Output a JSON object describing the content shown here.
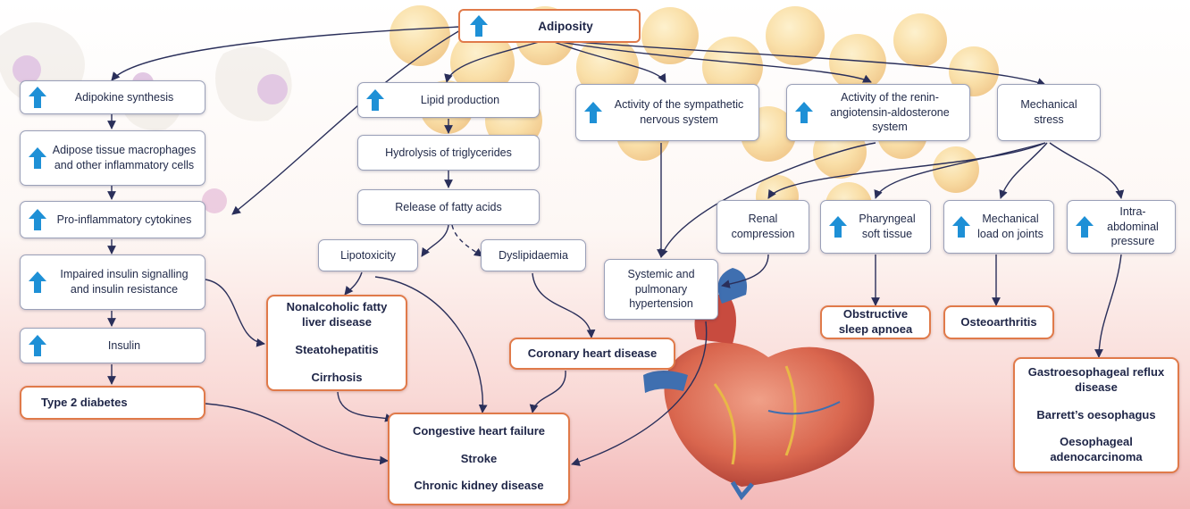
{
  "colors": {
    "up_arrow": "#1e90d6",
    "connector": "#2a2f5a",
    "outcome_border": "#e07a4a",
    "box_border": "#9aa0b8"
  },
  "icons": {
    "increase": "up-arrow-icon"
  },
  "nodes": {
    "adiposity": "Adiposity",
    "adipokine": "Adipokine synthesis",
    "macrophages": "Adipose tissue macrophages and other inflammatory cells",
    "cytokines": "Pro-inflammatory cytokines",
    "insulin_resistance": "Impaired insulin signalling and insulin resistance",
    "insulin": "Insulin",
    "lipid_production": "Lipid production",
    "hydrolysis": "Hydrolysis of triglycerides",
    "fatty_acids": "Release of fatty acids",
    "lipotoxicity": "Lipotoxicity",
    "dyslipidaemia": "Dyslipidaemia",
    "sympathetic": "Activity of the sympathetic nervous system",
    "raas": "Activity of the renin-angiotensin-aldosterone system",
    "mechanical_stress": "Mechanical stress",
    "renal": "Renal compression",
    "pharyngeal": "Pharyngeal soft tissue",
    "joints": "Mechanical load on joints",
    "intra_abdominal": "Intra-abdominal pressure",
    "hypertension": "Systemic and pulmonary hypertension"
  },
  "outcomes": {
    "t2d": "Type 2 diabetes",
    "nafld": "Nonalcoholic fatty liver disease",
    "steatohepatitis": "Steatohepatitis",
    "cirrhosis": "Cirrhosis",
    "chd": "Coronary heart disease",
    "osa": "Obstructive sleep apnoea",
    "oa": "Osteoarthritis",
    "gerd": "Gastroesophageal reflux disease",
    "barretts": "Barrett’s oesophagus",
    "adenocarcinoma": "Oesophageal adenocarcinoma",
    "chf": "Congestive heart failure",
    "stroke": "Stroke",
    "ckd": "Chronic kidney disease"
  }
}
